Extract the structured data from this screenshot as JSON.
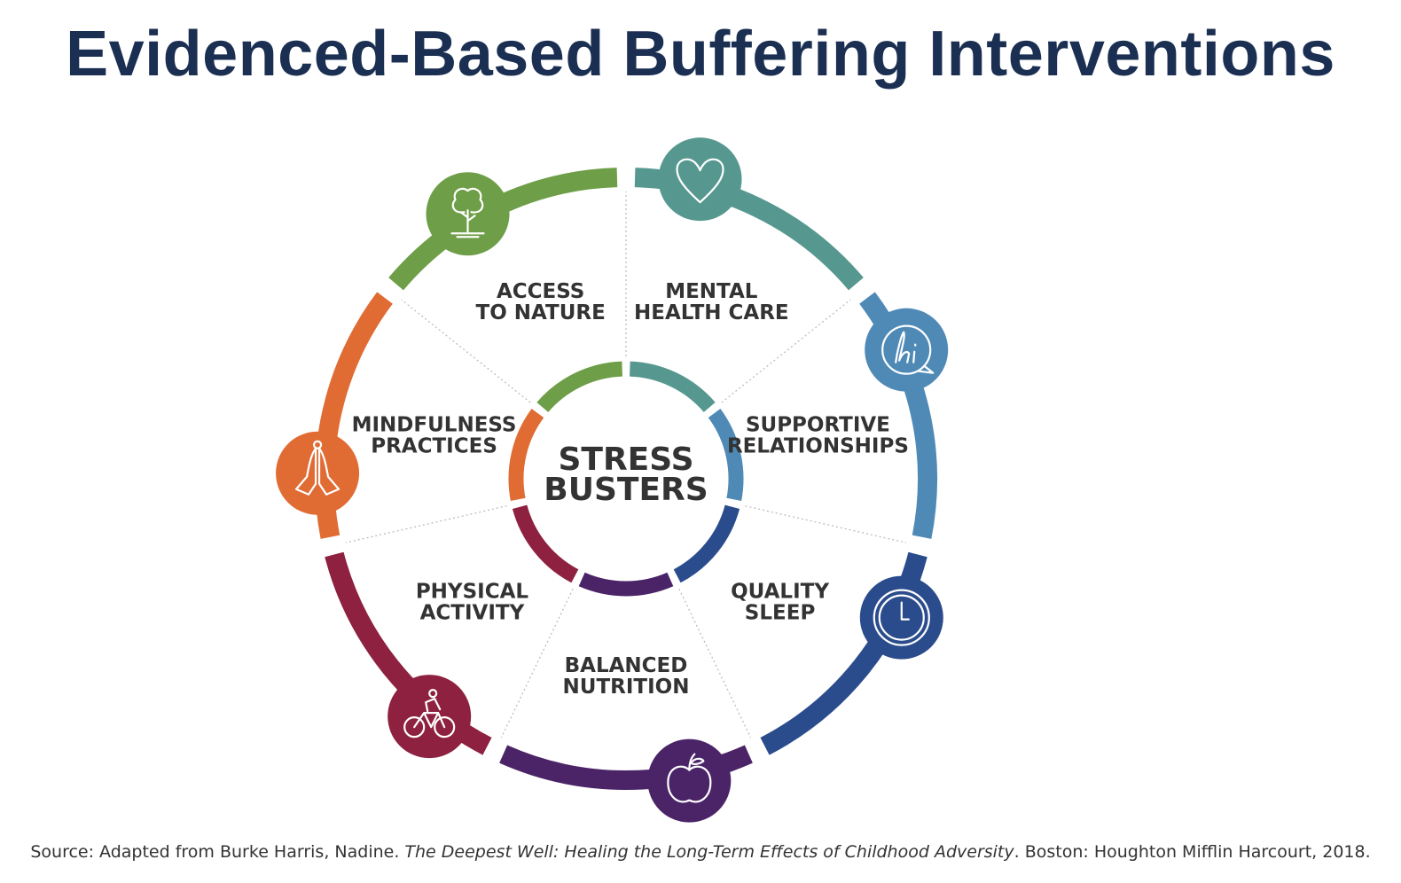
{
  "title": "Evidenced-Based Buffering Interventions",
  "center_label": [
    "STRESS",
    "BUSTERS"
  ],
  "segments": [
    {
      "id": "mental-health-care",
      "label": [
        "MENTAL",
        "HEALTH CARE"
      ],
      "color": "#56988f",
      "icon": "heart-icon"
    },
    {
      "id": "supportive-relationships",
      "label": [
        "SUPPORTIVE",
        "RELATIONSHIPS"
      ],
      "color": "#4f8ab7",
      "icon": "hi-speech-bubble-icon"
    },
    {
      "id": "quality-sleep",
      "label": [
        "QUALITY",
        "SLEEP"
      ],
      "color": "#2b4c8c",
      "icon": "clock-icon"
    },
    {
      "id": "balanced-nutrition",
      "label": [
        "BALANCED",
        "NUTRITION"
      ],
      "color": "#4b2468",
      "icon": "apple-icon"
    },
    {
      "id": "physical-activity",
      "label": [
        "PHYSICAL",
        "ACTIVITY"
      ],
      "color": "#8d213f",
      "icon": "cyclist-icon"
    },
    {
      "id": "mindfulness-practices",
      "label": [
        "MINDFULNESS",
        "PRACTICES"
      ],
      "color": "#e06c34",
      "icon": "praying-hands-icon"
    },
    {
      "id": "access-to-nature",
      "label": [
        "ACCESS",
        "TO NATURE"
      ],
      "color": "#6e9e47",
      "icon": "tree-icon"
    }
  ],
  "source": {
    "prefix": "Source: Adapted from Burke Harris, Nadine. ",
    "book": "The Deepest Well: Healing the Long-Term Effects of Childhood Adversity",
    "suffix": ". Boston: Houghton Mifflin Harcourt, 2018."
  }
}
